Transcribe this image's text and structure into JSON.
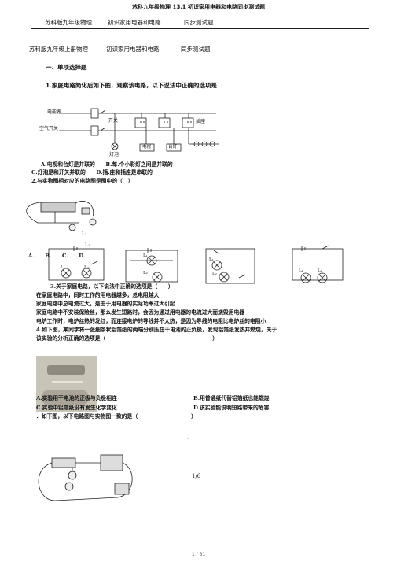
{
  "top_title": "苏科九年级物理 13.1 初识家用电器和电路同步测试题",
  "header_bar": {
    "left": "苏科版九年级物理",
    "mid": "初识家用电器和电路",
    "right": "同步测试题"
  },
  "doc_title": {
    "left": "苏科版九年级上册物理",
    "mid": "初识家用电器和电路",
    "right": "同步测试题"
  },
  "section1": "一、单项选择题",
  "q1": {
    "stem": "1.家庭电路简化后如下图，观察该电路，以下说法中正确的选项是",
    "labels": {
      "meter": "电能表",
      "breaker": "空气开关",
      "switch": "开关",
      "lamp": "灯泡",
      "tv": "电视",
      "desk_lamp": "台灯",
      "socket": "插座"
    },
    "opt_ab": "A.电视和台灯是并联的　　B.每.个小彩灯之间是并联的",
    "opt_cd": "C.灯泡是和开关并联的　　D.插.座和插座是串联的"
  },
  "q2": {
    "stem": "2.与实物图相对应的电路图是图中的（　）",
    "labels": {
      "l1": "L₁",
      "l2": "L₂"
    },
    "opts": "A.　　B.　　C.　　D."
  },
  "q3": {
    "stem": "3.关于家庭电路，以下说法中正确的选项是（　　）",
    "line1": "在家庭电路中，同时工作的用电器越多，总电阻越大",
    "line2": "家庭电路中总电流过大，是由于用电器的实际功率过大引起",
    "line3": "家庭电路中不安装保险丝，那么发生短路时，会因为通过用电器的电流过大而烧毁用电器",
    "line4": "电炉工作时，电炉丝热的发红，而连接电炉的导线并不太热，是因为导线的电阻比电炉丝的电阻小"
  },
  "q4": {
    "stem1": "4.如下图，某同学将一张细条状铝箔纸的两端分别压在干电池的正负极，发现铝箔纸发热并燃烧，关于",
    "stem2": "该实验的分析正确的选项是（　　　　　　　　　　　　　　　　　　　　）",
    "opt_a": "A.实验用干电池的正极与负极相连",
    "opt_b": "B.用普通纸代替铝箔纸也能燃烧",
    "opt_c": "C.实验中铝箔纸没有发生化学变化",
    "opt_d": "D.该实验能说明短路带来的危害"
  },
  "q5": {
    "stem": "．如下图，以下电路图与实物图一致的是（　　　　　　　　　　）"
  },
  "page_mid": "1/6",
  "page_bottom": "1 / 61",
  "colors": {
    "text": "#111111",
    "line": "#222222",
    "photo_bg": "#c9c4b8"
  }
}
